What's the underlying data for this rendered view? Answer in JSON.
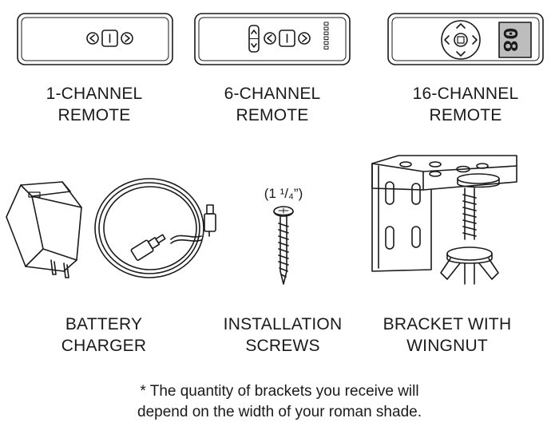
{
  "items": [
    {
      "id": "remote-1",
      "lines": [
        "1-CHANNEL",
        "REMOTE"
      ]
    },
    {
      "id": "remote-6",
      "lines": [
        "6-CHANNEL",
        "REMOTE"
      ]
    },
    {
      "id": "remote-16",
      "lines": [
        "16-CHANNEL",
        "REMOTE"
      ]
    },
    {
      "id": "charger",
      "lines": [
        "BATTERY",
        "CHARGER"
      ]
    },
    {
      "id": "screws",
      "lines": [
        "INSTALLATION",
        "SCREWS"
      ]
    },
    {
      "id": "bracket",
      "lines": [
        "BRACKET WITH",
        "WINGNUT"
      ]
    }
  ],
  "screw_size": "(1 ¹/₄”)",
  "remote16_display": "08",
  "footnote": [
    "* The quantity of brackets you receive will",
    "depend on the width of your roman shade."
  ]
}
